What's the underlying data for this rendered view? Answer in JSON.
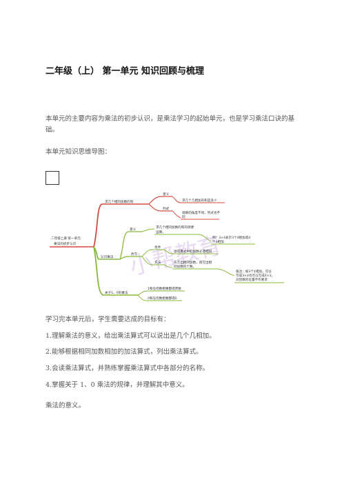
{
  "doc": {
    "title": "二年级（上）  第一单元  知识回顾与梳理",
    "intro": "本单元的主要内容为乘法的初步认识，是乘法学习的起始单元，也是学习乘法口诀的基础。",
    "mindmap_caption": "本单元知识思维导图：",
    "goals_heading": "学习完本单元后，学生需要达成的目标有：",
    "goals": [
      "1.理解乘法的意义，给出乘法算式可以说出是几个几相加。",
      "2.能够根据相同加数相加的加法算式，列出乘法算式。",
      "3.会读乘法算式，并熟练掌握乘法算式中各部分的名称。",
      "4.掌握关于 1、0 乘法的规律，并理解其中意义。"
    ],
    "section_heading": "乘法的意义。"
  },
  "mindmap": {
    "root": "二年级上册 第一单元 乘法的初步认识",
    "root_l1": "二年级上册 第一单元",
    "root_l2": "乘法的初步认识",
    "b1": "求几个相同加数的和",
    "b1_meaning": "意义",
    "b1_meaning_text": "求几个几相加的和是多少",
    "b1_formula": "列式",
    "b1_formula_l1": "观察的角度不同，列式也不",
    "b1_formula_l2": "同",
    "b2": "认识乘法",
    "b2_meaning": "意义",
    "b2_meaning_l1": "求几个相同加数的和的简便",
    "b2_meaning_l2": "运算。",
    "b2_example_l1": "例：3×4表示3个4相加或4",
    "b2_example_l2": "个3相加",
    "b2_write": "改写",
    "b2_condition": "条件",
    "b2_condition_text": "加法算式中的加数必须相同",
    "b2_method": "方法",
    "b2_method_l1": "先写出相同加数，再写出相",
    "b2_method_l2": "同加数的个数。",
    "b2_note_l1": "备注：如3个4相加，可以",
    "b2_note_l2": "写成3×4也可以写成4×3，",
    "b2_note_l3": "对因数的位置不作要求",
    "b3": "关于1、0的乘法",
    "b3_one": "1和任何数相乘都得原数",
    "b3_zero": "0和任何数相乘都得0",
    "watermark": "小帮教育"
  }
}
